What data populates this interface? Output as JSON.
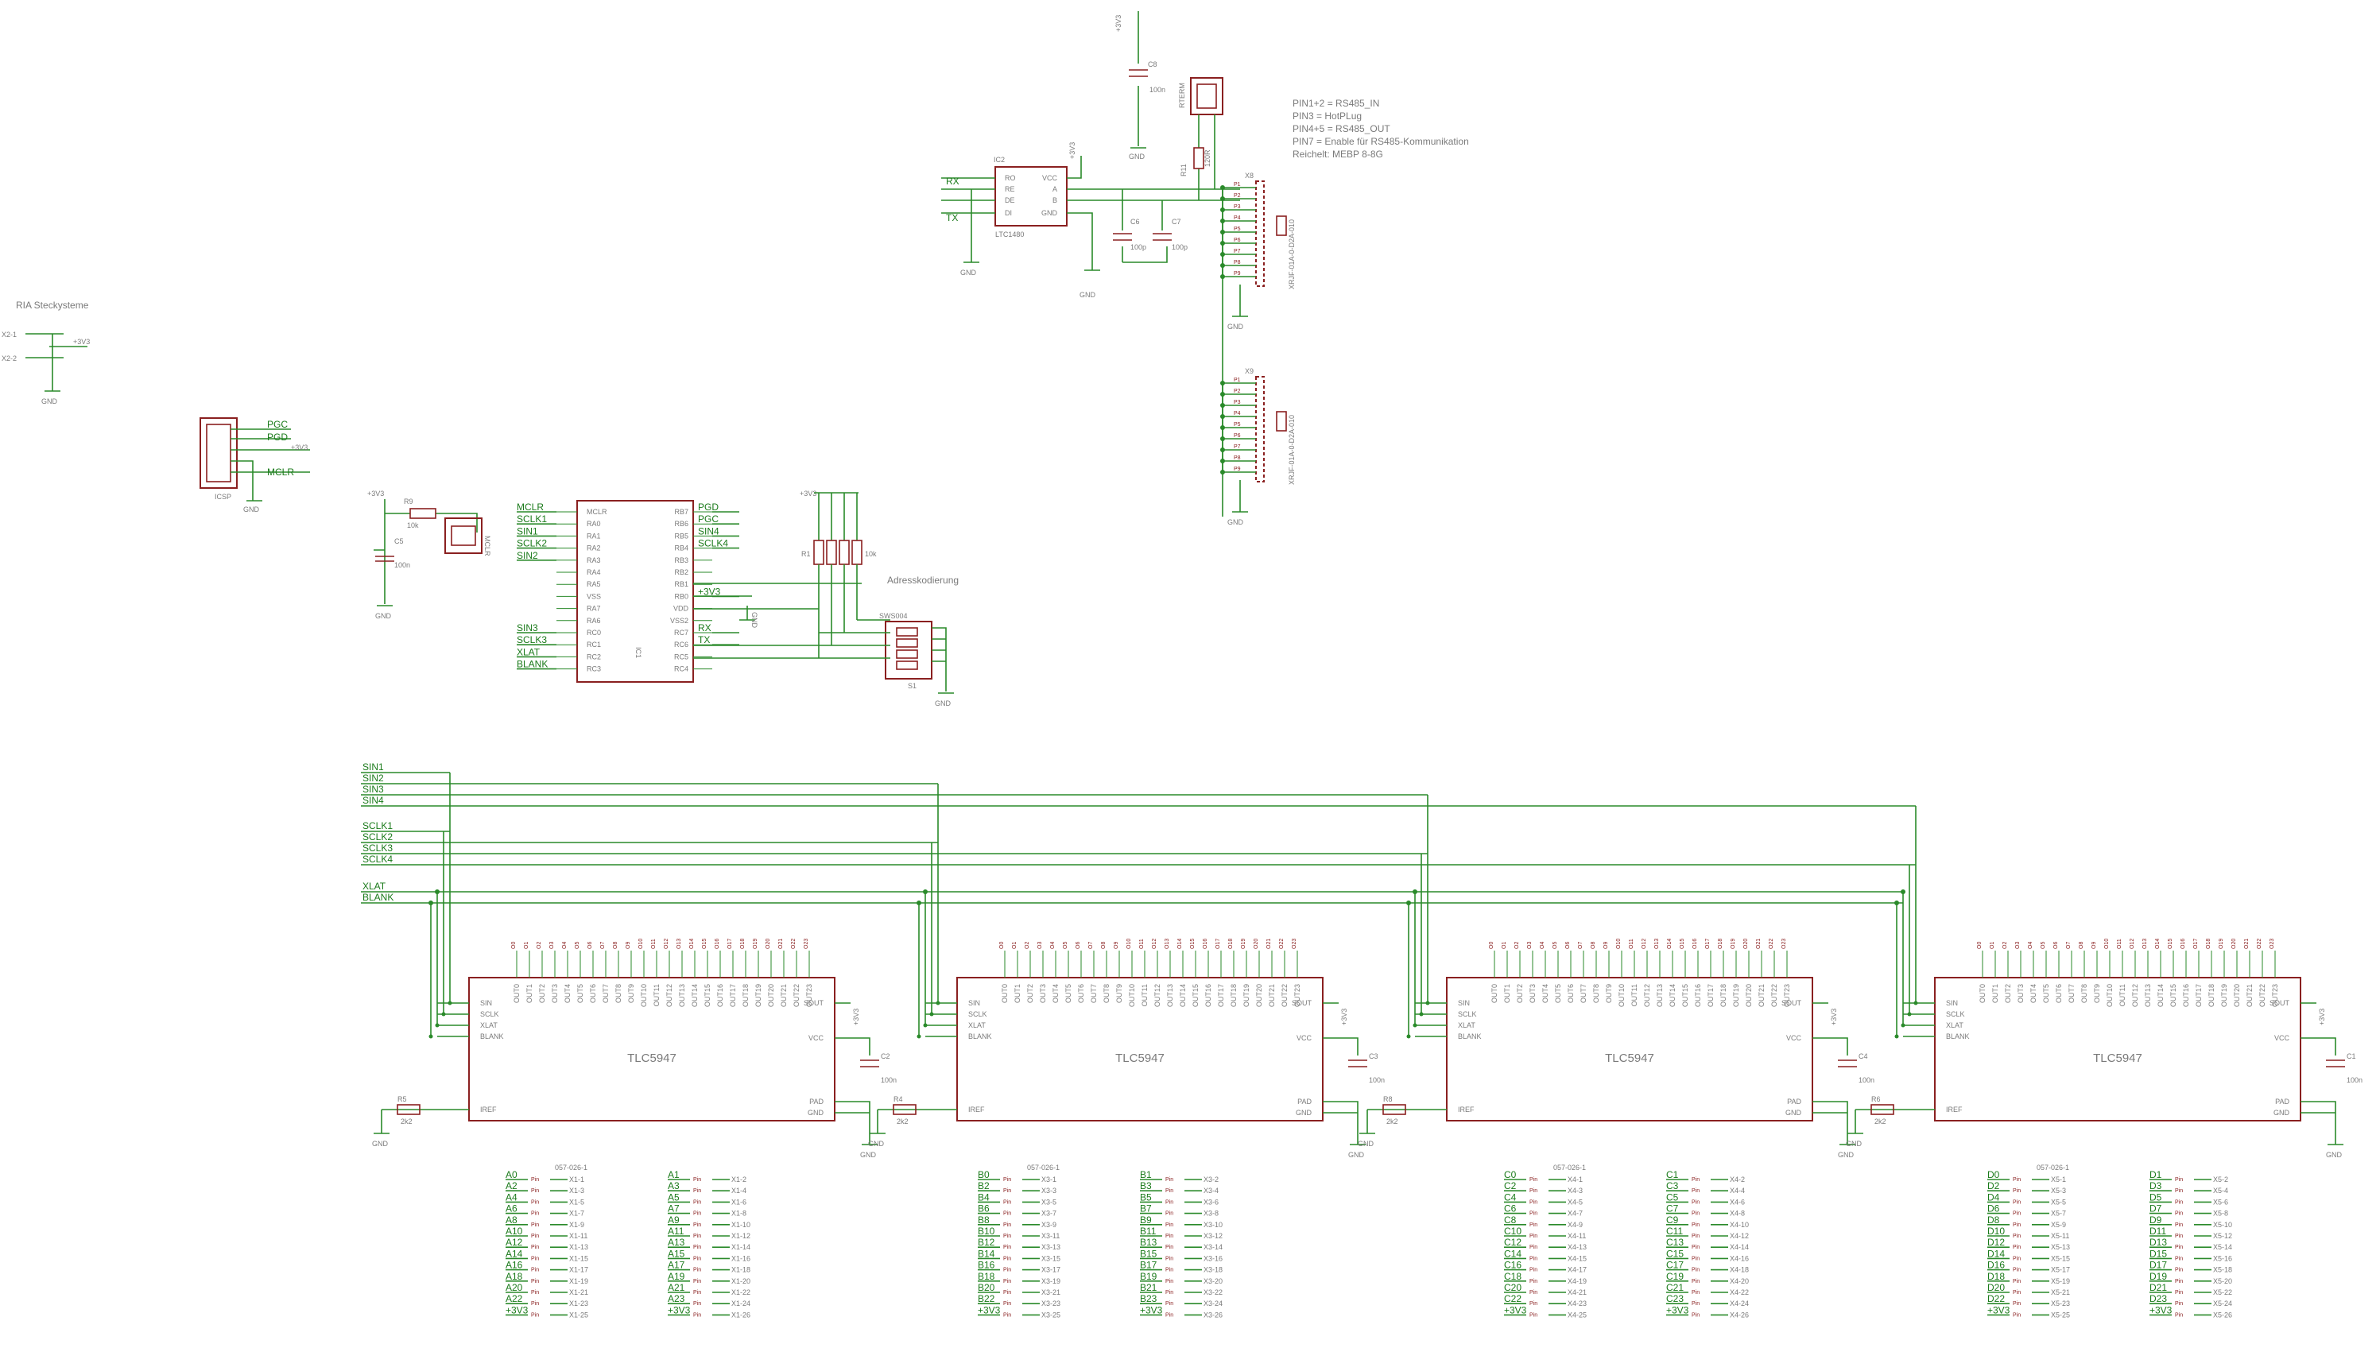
{
  "sheet": {
    "ria_title": "RIA Steckysteme",
    "ria_x21": "X2-1",
    "ria_x22": "X2-2",
    "icsp_ref": "ICSP",
    "icsp_nets": [
      "PGC",
      "PGD",
      "+3V3",
      "MCLR"
    ],
    "adress_title": "Adresskodierung",
    "notes": [
      "PIN1+2 = RS485_IN",
      "PIN3 = HotPLug",
      "PIN4+5 = RS485_OUT",
      "PIN7 = Enable für RS485-Kommunikation",
      "Reichelt: MEBP 8-8G"
    ],
    "pwr": {
      "v3": "+3V3",
      "gnd": "GND"
    },
    "transceiver": {
      "ref": "IC2",
      "part": "LTC1480",
      "left_pins": [
        "RO",
        "RE",
        "DE",
        "DI"
      ],
      "right_pins": [
        "VCC",
        "A",
        "B",
        "GND"
      ],
      "rx": "RX",
      "tx": "TX"
    },
    "caps_top": [
      {
        "ref": "C8",
        "val": "100n"
      },
      {
        "ref": "C6",
        "val": "100p"
      },
      {
        "ref": "C7",
        "val": "100p"
      }
    ],
    "rterm": {
      "jumper": "RTERM",
      "resistor": "R11",
      "val": "120R"
    },
    "connectors": [
      {
        "ref": "X8",
        "part": "XRJF-01A-0-D2A-010"
      },
      {
        "ref": "X9",
        "part": "XRJF-01A-0-D2A-010"
      }
    ],
    "mcu": {
      "ref": "IC1",
      "left_pins": [
        "MCLR",
        "RA0",
        "RA1",
        "RA2",
        "RA3",
        "RA4",
        "RA5",
        "VSS",
        "RA7",
        "RA6",
        "RC0",
        "RC1",
        "RC2",
        "RC3"
      ],
      "right_pins": [
        "RB7",
        "RB6",
        "RB5",
        "RB4",
        "RB3",
        "RB2",
        "RB1",
        "RB0",
        "VDD",
        "VSS2",
        "RC7",
        "RC6",
        "RC5",
        "RC4"
      ],
      "left_nets": [
        "MCLR",
        "SCLK1",
        "SIN1",
        "SCLK2",
        "SIN2",
        "",
        "",
        "",
        "",
        "",
        "SIN3",
        "SCLK3",
        "XLAT",
        "BLANK"
      ],
      "right_nets": [
        "PGD",
        "PGC",
        "SIN4",
        "SCLK4",
        "",
        "",
        "",
        "+3V3",
        "",
        "",
        "RX",
        "TX",
        "",
        ""
      ]
    },
    "r9": {
      "ref": "R9",
      "val": "10k"
    },
    "c5": {
      "ref": "C5",
      "val": "100n"
    },
    "mclr_jumper": "MCLR",
    "rnet": {
      "ref": "R1",
      "val": "10k"
    },
    "dipswitch": {
      "ref": "S1",
      "part": "SWS004"
    },
    "bus_nets": [
      "SIN1",
      "SIN2",
      "SIN3",
      "SIN4",
      "SCLK1",
      "SCLK2",
      "SCLK3",
      "SCLK4",
      "XLAT",
      "BLANK"
    ],
    "driver": {
      "part": "TLC5947",
      "left_pins": [
        "SIN",
        "SCLK",
        "XLAT",
        "BLANK"
      ],
      "right_pins": [
        "SOUT",
        "VCC"
      ],
      "bottom_left": "IREF",
      "bottom_right": [
        "PAD",
        "GND"
      ],
      "outs": [
        "OUT0",
        "OUT1",
        "OUT2",
        "OUT3",
        "OUT4",
        "OUT5",
        "OUT6",
        "OUT7",
        "OUT8",
        "OUT9",
        "OUT10",
        "OUT11",
        "OUT12",
        "OUT13",
        "OUT14",
        "OUT15",
        "OUT16",
        "OUT17",
        "OUT18",
        "OUT19",
        "OUT20",
        "OUT21",
        "OUT22",
        "OUT23"
      ]
    },
    "driver_parts": [
      {
        "cap": "C2",
        "cap_val": "100n",
        "res": "R5",
        "res_val": "2k2"
      },
      {
        "cap": "C3",
        "cap_val": "100n",
        "res": "R4",
        "res_val": "2k2"
      },
      {
        "cap": "C4",
        "cap_val": "100n",
        "res": "R8",
        "res_val": "2k2"
      },
      {
        "cap": "C1",
        "cap_val": "100n",
        "res": "R6",
        "res_val": "2k2"
      }
    ],
    "connector_title": "057-026-1",
    "out_groups": [
      {
        "prefix": "A",
        "x": "X1"
      },
      {
        "prefix": "B",
        "x": "X3"
      },
      {
        "prefix": "C",
        "x": "X4"
      },
      {
        "prefix": "D",
        "x": "X5"
      }
    ]
  }
}
